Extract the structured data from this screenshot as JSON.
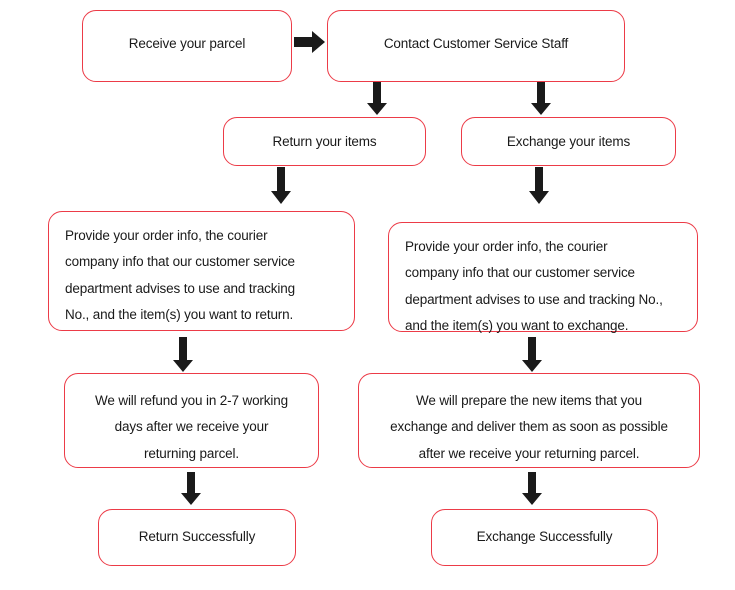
{
  "diagram": {
    "title": "Return and Exchange Process Flowchart",
    "accent_color": "#ec3b47",
    "arrow_color": "#1a1a1a",
    "text_color": "#1a1a1a",
    "background": "#ffffff"
  },
  "nodes": {
    "receive_parcel": "Receive your parcel",
    "contact_staff": "Contact Customer Service Staff",
    "return_items": "Return your items",
    "exchange_items": "Exchange your items",
    "return_info": "Provide your order info, the courier\ncompany info that our customer service\ndepartment advises to use and tracking\nNo., and the item(s) you want to return.",
    "exchange_info": "Provide your order info, the courier\ncompany info that our customer service\ndepartment advises to use and tracking No.,\nand the item(s) you want to exchange.",
    "refund_result": "We will refund you in 2-7 working\ndays after we receive your\nreturning parcel.",
    "exchange_result": "We will prepare the new items that you\nexchange  and deliver them as soon as possible\nafter we receive your returning parcel.",
    "return_success": "Return Successfully",
    "exchange_success": "Exchange Successfully"
  },
  "arrows": {
    "receive_to_contact": "arrow-right-icon",
    "contact_to_return": "arrow-down-icon",
    "contact_to_exchange": "arrow-down-icon",
    "return_to_info": "arrow-down-icon",
    "exchange_to_info": "arrow-down-icon",
    "return_info_to_refund": "arrow-down-icon",
    "exchange_info_to_result": "arrow-down-icon",
    "refund_to_success": "arrow-down-icon",
    "result_to_success": "arrow-down-icon"
  }
}
